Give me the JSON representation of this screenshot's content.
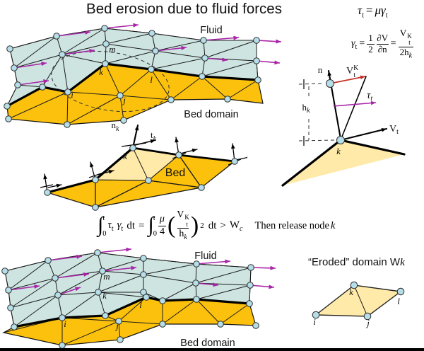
{
  "title": "Bed erosion due to fluid forces",
  "colors": {
    "fluid": "#cde4e1",
    "bed": "#fcc10d",
    "pale": "#ffeaa9",
    "node": "#b5dee9",
    "arrow": "#a825a8",
    "red": "#c23128"
  },
  "top_mesh": {
    "fluid": "Fluid",
    "bed": "Bed domain",
    "m": "m",
    "k": "k",
    "i": "i",
    "j": "j",
    "l": "l"
  },
  "bottom_mesh": {
    "fluid": "Fluid",
    "bed": "Bed domain",
    "m": "m",
    "k": "k",
    "i": "i",
    "j": "j",
    "l": "l"
  },
  "mid_bed": {
    "bed": "Bed",
    "n": "n",
    "n_sub": "k",
    "t": "t",
    "t_sub": "k",
    "k": "k"
  },
  "eq_tau": {
    "tau": "τ",
    "tau_sub": "t",
    "eq": "=",
    "mu": "μ",
    "gamma": "γ",
    "gamma_sub": "t"
  },
  "eq_gamma": {
    "gamma": "γ",
    "gamma_sub": "t",
    "eq1": "=",
    "num1": "1",
    "den1": "2",
    "num2": "∂V",
    "den2": "∂n",
    "eq2": "=",
    "num3_main": "V",
    "num3_sup": "K",
    "num3_sub": "t",
    "den3_main": "2h",
    "den3_sub": "k"
  },
  "eq_main": {
    "int": "∫",
    "sup": "t",
    "sub": "0",
    "tau": "τ",
    "tau_sub": "t",
    "gamma": "γ",
    "gamma_sub": "t",
    "dt1": "dt",
    "eq": "=",
    "int2": "∫",
    "sup2": "t",
    "sub2": "0",
    "mu": "μ",
    "four": "4",
    "lparen": "(",
    "v": "V",
    "v_sup": "K",
    "v_sub": "t",
    "h": "h",
    "h_sub": "k",
    "rparen": ")",
    "sq": "2",
    "dt2": "dt",
    "gt": ">",
    "w": "W",
    "w_sub": "c",
    "then": "Then  release node",
    "k": "k"
  },
  "vector": {
    "n": "n",
    "v": "V",
    "v_sup": "K",
    "v_sub": "t",
    "tau": "τ",
    "tau_sub": "t",
    "vt": "V",
    "vt_sub": "t",
    "h": "h",
    "h_sub": "k",
    "k": "k"
  },
  "eroded": {
    "title_q": "“Eroded”",
    "title_domain": "domain",
    "title_w": "W",
    "title_k": "k",
    "i": "i",
    "j": "j",
    "k": "k",
    "l": "l"
  }
}
